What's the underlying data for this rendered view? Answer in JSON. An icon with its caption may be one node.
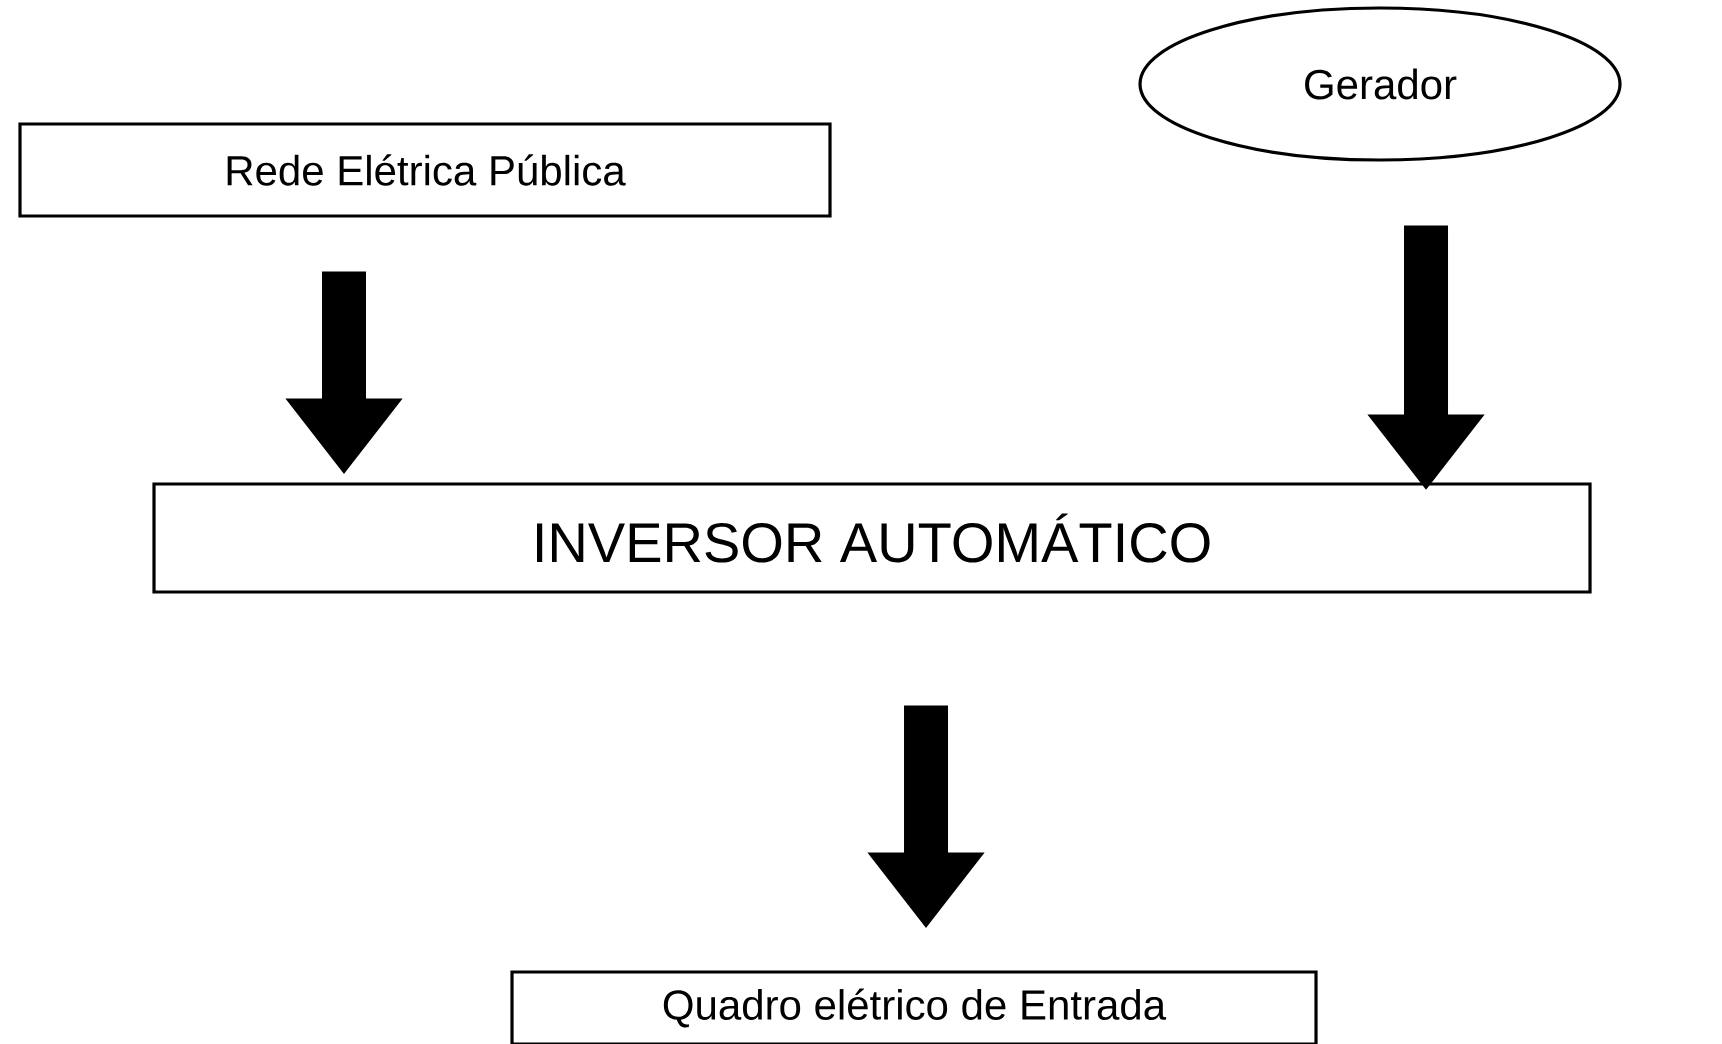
{
  "diagram": {
    "nodes": [
      {
        "text": [
          "Rede Elétrica Pública"
        ]
      },
      {
        "text": [
          "Gerador"
        ]
      },
      {
        "text": [
          "INVERSOR AUTOMÁTICO"
        ]
      },
      {
        "text": [
          "Quadro elétrico de Entrada"
        ]
      }
    ],
    "edges": [
      {
        "from": 0,
        "to": 2,
        "arrow": "to"
      },
      {
        "from": 1,
        "to": 2,
        "arrow": "to"
      },
      {
        "from": 2,
        "to": 3,
        "arrow": "to"
      }
    ]
  }
}
